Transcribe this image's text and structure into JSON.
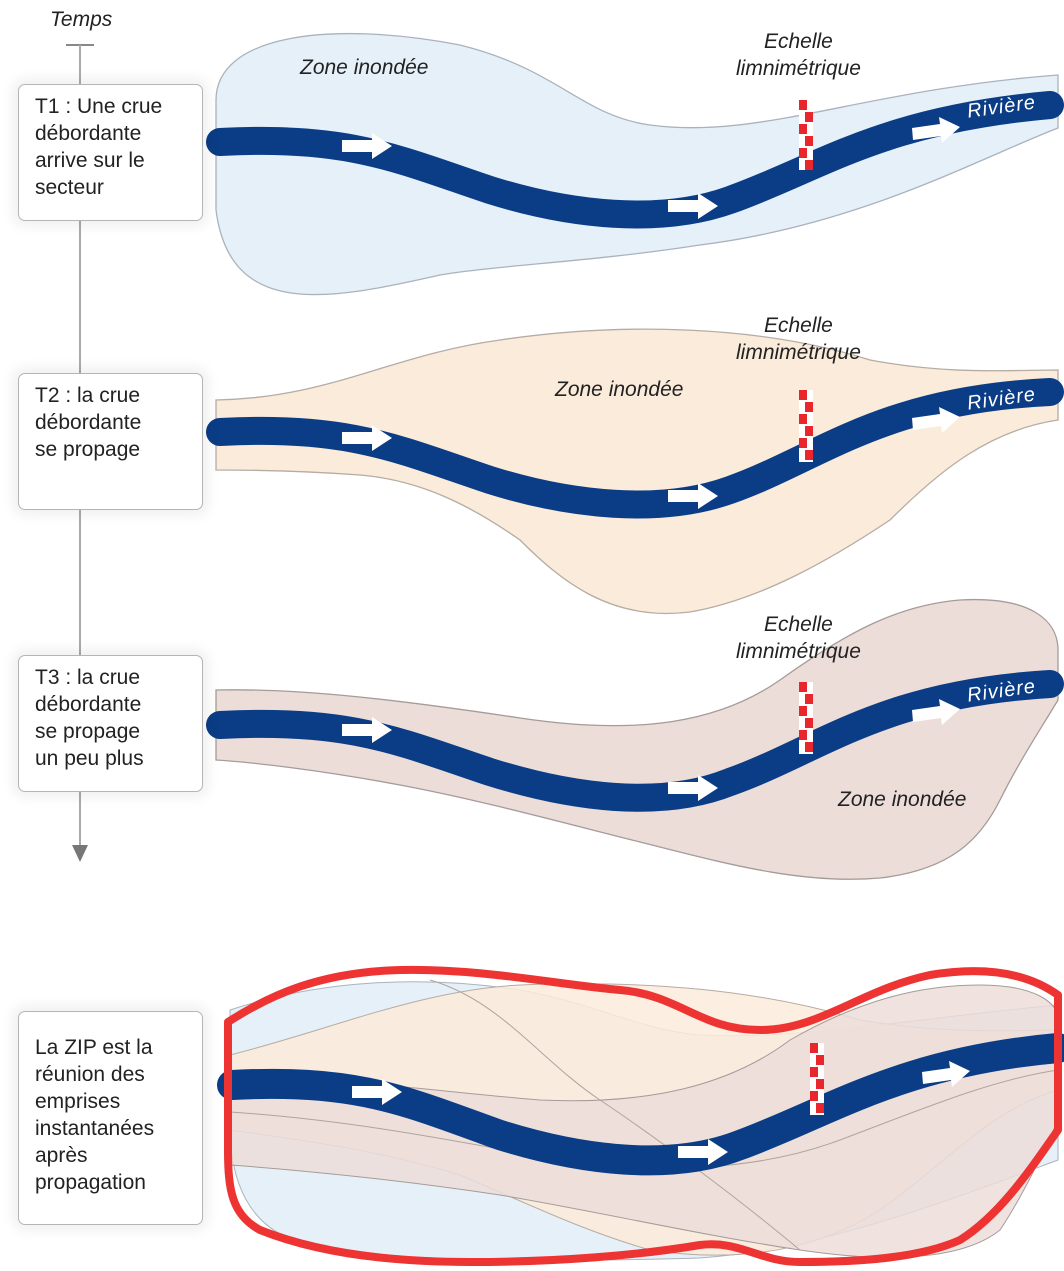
{
  "timeline": {
    "title": "Temps"
  },
  "steps": [
    {
      "text": "T1 : Une crue\ndébordante\narrive sur le\nsecteur"
    },
    {
      "text": "T2 : la crue\ndébordante\nse propage"
    },
    {
      "text": "T3 : la crue\ndébordante\nse propage\nun peu plus"
    },
    {
      "text": "La ZIP est la\nréunion des\nemprises\ninstantanées\naprès\npropagation"
    }
  ],
  "panels": [
    {
      "zone_label": "Zone inondée",
      "gauge_label": "Echelle\nlimnimétrique",
      "river_label": "Rivière",
      "zone_color": "#e6f0f8"
    },
    {
      "zone_label": "Zone inondée",
      "gauge_label": "Echelle\nlimnimétrique",
      "river_label": "Rivière",
      "zone_color": "#fbebdb"
    },
    {
      "zone_label": "Zone inondée",
      "gauge_label": "Echelle\nlimnimétrique",
      "river_label": "Rivière",
      "zone_color": "#ecddd9"
    }
  ],
  "colors": {
    "river": "#0b3d86",
    "gauge_red": "#e8262b",
    "zip_outline": "#ee3333",
    "arrow": "#ffffff"
  }
}
